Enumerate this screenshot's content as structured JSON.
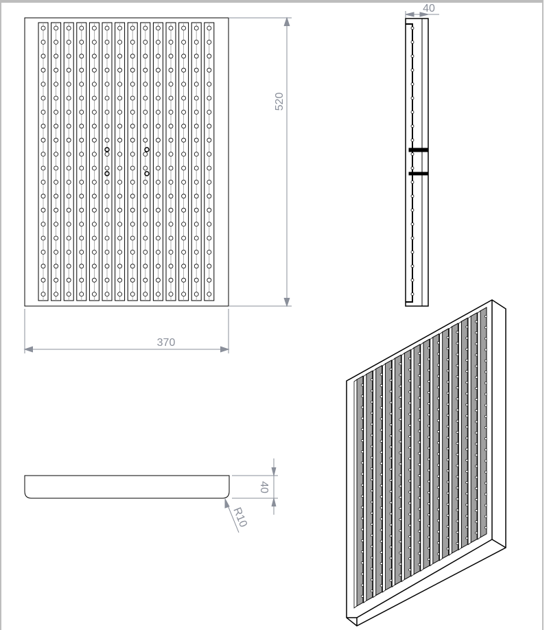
{
  "drawing": {
    "front_view": {
      "slot_count": 14,
      "hole_rows": 20
    },
    "dimensions": {
      "width": "370",
      "height": "520",
      "side_thickness": "40",
      "bottom_thickness": "40",
      "corner_radius": "R10"
    },
    "colors": {
      "line": "#000000",
      "dim": "#8a8f9a",
      "slat_fill": "#a0a0a0",
      "border": "#bdbdbd"
    }
  }
}
